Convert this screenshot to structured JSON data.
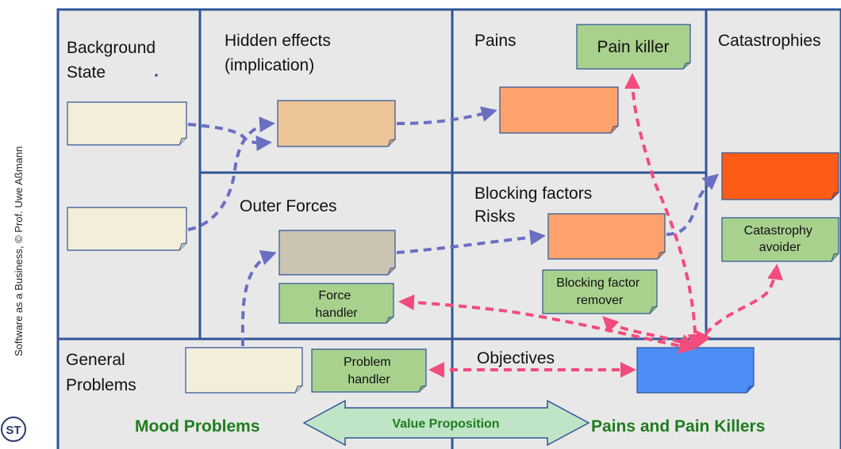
{
  "sidebar": {
    "vertical_text": "Software as a Business, © Prof. Uwe Aßmann",
    "logo_text": "ST"
  },
  "cells": {
    "background_state": [
      "Background",
      "State"
    ],
    "hidden_effects": [
      "Hidden effects",
      "(implication)"
    ],
    "pains": "Pains",
    "catastrophies": "Catastrophies",
    "outer_forces": "Outer Forces",
    "blocking_factors": [
      "Blocking factors",
      "Risks"
    ],
    "general_problems": [
      "General",
      "Problems"
    ],
    "objectives": "Objectives"
  },
  "remedies": {
    "pain_killer": "Pain killer",
    "catastrophy_avoider": [
      "Catastrophy",
      "avoider"
    ],
    "blocking_factor_remover": [
      "Blocking factor",
      "remover"
    ],
    "force_handler": [
      "Force",
      "handler"
    ],
    "problem_handler": [
      "Problem",
      "handler"
    ]
  },
  "bottom": {
    "mood_problems": "Mood Problems",
    "value_proposition": "Value Proposition",
    "pains_and_pain_killers": "Pains and Pain Killers"
  },
  "colors": {
    "grid_line": "#2f5597",
    "cell_fill": "#e8e8e8",
    "blue_arrow": "#6a6fc2",
    "pink_arrow": "#f24c7c",
    "green_label": "#1e7d1e",
    "note_beige": "#f2eeda",
    "note_tan": "#ecc498",
    "note_salmon": "#fda26c",
    "note_orange_red": "#fe5c16",
    "note_gray": "#cbc4b3",
    "note_blue": "#4c8ef6",
    "note_green": "#a9d18e"
  }
}
